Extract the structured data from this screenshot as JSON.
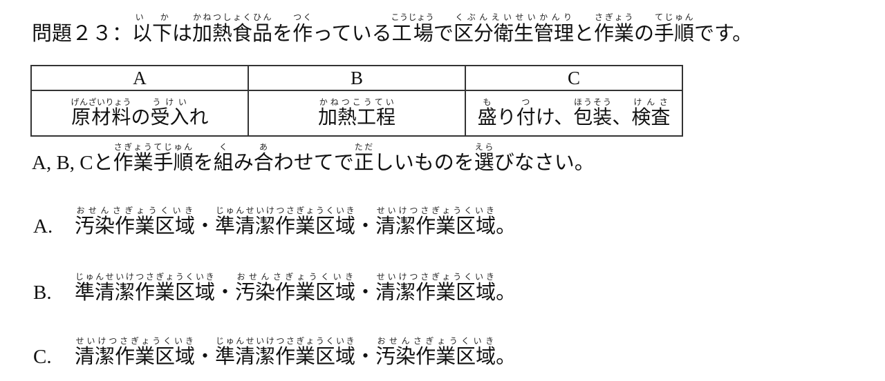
{
  "question": {
    "prefix": "問題２３：",
    "segments": [
      {
        "base": "以下",
        "ruby": "い か"
      },
      {
        "text": "は"
      },
      {
        "base": "加熱食品",
        "ruby": "かねつしょくひん"
      },
      {
        "text": "を"
      },
      {
        "base": "作",
        "ruby": "つく"
      },
      {
        "text": "っている"
      },
      {
        "base": "工場",
        "ruby": "こうじょう"
      },
      {
        "text": "で"
      },
      {
        "base": "区分衛生管理",
        "ruby": "くぶんえいせいかんり"
      },
      {
        "text": "と"
      },
      {
        "base": "作業",
        "ruby": "さぎょう"
      },
      {
        "text": "の"
      },
      {
        "base": "手順",
        "ruby": "てじゅん"
      },
      {
        "text": "です。"
      }
    ]
  },
  "table": {
    "headers": [
      "A",
      "B",
      "C"
    ],
    "cells": [
      {
        "segments": [
          {
            "base": "原材料",
            "ruby": "げんざいりょう"
          },
          {
            "text": "の"
          },
          {
            "base": "受入",
            "ruby": "うけい"
          },
          {
            "text": "れ"
          }
        ]
      },
      {
        "segments": [
          {
            "base": "加熱工程",
            "ruby": "かねつこうてい"
          }
        ]
      },
      {
        "segments": [
          {
            "base": "盛",
            "ruby": "も"
          },
          {
            "text": "り"
          },
          {
            "base": "付",
            "ruby": "つ"
          },
          {
            "text": "け、"
          },
          {
            "base": "包装",
            "ruby": "ほうそう"
          },
          {
            "text": "、"
          },
          {
            "base": "検査",
            "ruby": "けんさ"
          }
        ]
      }
    ]
  },
  "instruction": {
    "prefix": "A, B, C",
    "segments": [
      {
        "text": "と"
      },
      {
        "base": "作業手順",
        "ruby": "さぎょうてじゅん"
      },
      {
        "text": "を"
      },
      {
        "base": "組",
        "ruby": "く"
      },
      {
        "text": "み"
      },
      {
        "base": "合",
        "ruby": "あ"
      },
      {
        "text": "わせてで"
      },
      {
        "base": "正",
        "ruby": "ただ"
      },
      {
        "text": "しいものを"
      },
      {
        "base": "選",
        "ruby": "えら"
      },
      {
        "text": "びなさい。"
      }
    ]
  },
  "options": [
    {
      "label": "A.",
      "segments": [
        {
          "base": "汚染作業区域",
          "ruby": "おせんさぎょうくいき"
        },
        {
          "text": "・"
        },
        {
          "base": "準清潔作業区域",
          "ruby": "じゅんせいけつさぎょうくいき"
        },
        {
          "text": "・"
        },
        {
          "base": "清潔作業区域",
          "ruby": "せいけつさぎょうくいき"
        },
        {
          "text": "。"
        }
      ]
    },
    {
      "label": "B.",
      "segments": [
        {
          "base": "準清潔作業区域",
          "ruby": "じゅんせいけつさぎょうくいき"
        },
        {
          "text": "・"
        },
        {
          "base": "汚染作業区域",
          "ruby": "おせんさぎょうくいき"
        },
        {
          "text": "・"
        },
        {
          "base": "清潔作業区域",
          "ruby": "せいけつさぎょうくいき"
        },
        {
          "text": "。"
        }
      ]
    },
    {
      "label": "C.",
      "segments": [
        {
          "base": "清潔作業区域",
          "ruby": "せいけつさぎょうくいき"
        },
        {
          "text": "・"
        },
        {
          "base": "準清潔作業区域",
          "ruby": "じゅんせいけつさぎょうくいき"
        },
        {
          "text": "・"
        },
        {
          "base": "汚染作業区域",
          "ruby": "おせんさぎょうくいき"
        },
        {
          "text": "。"
        }
      ]
    }
  ]
}
